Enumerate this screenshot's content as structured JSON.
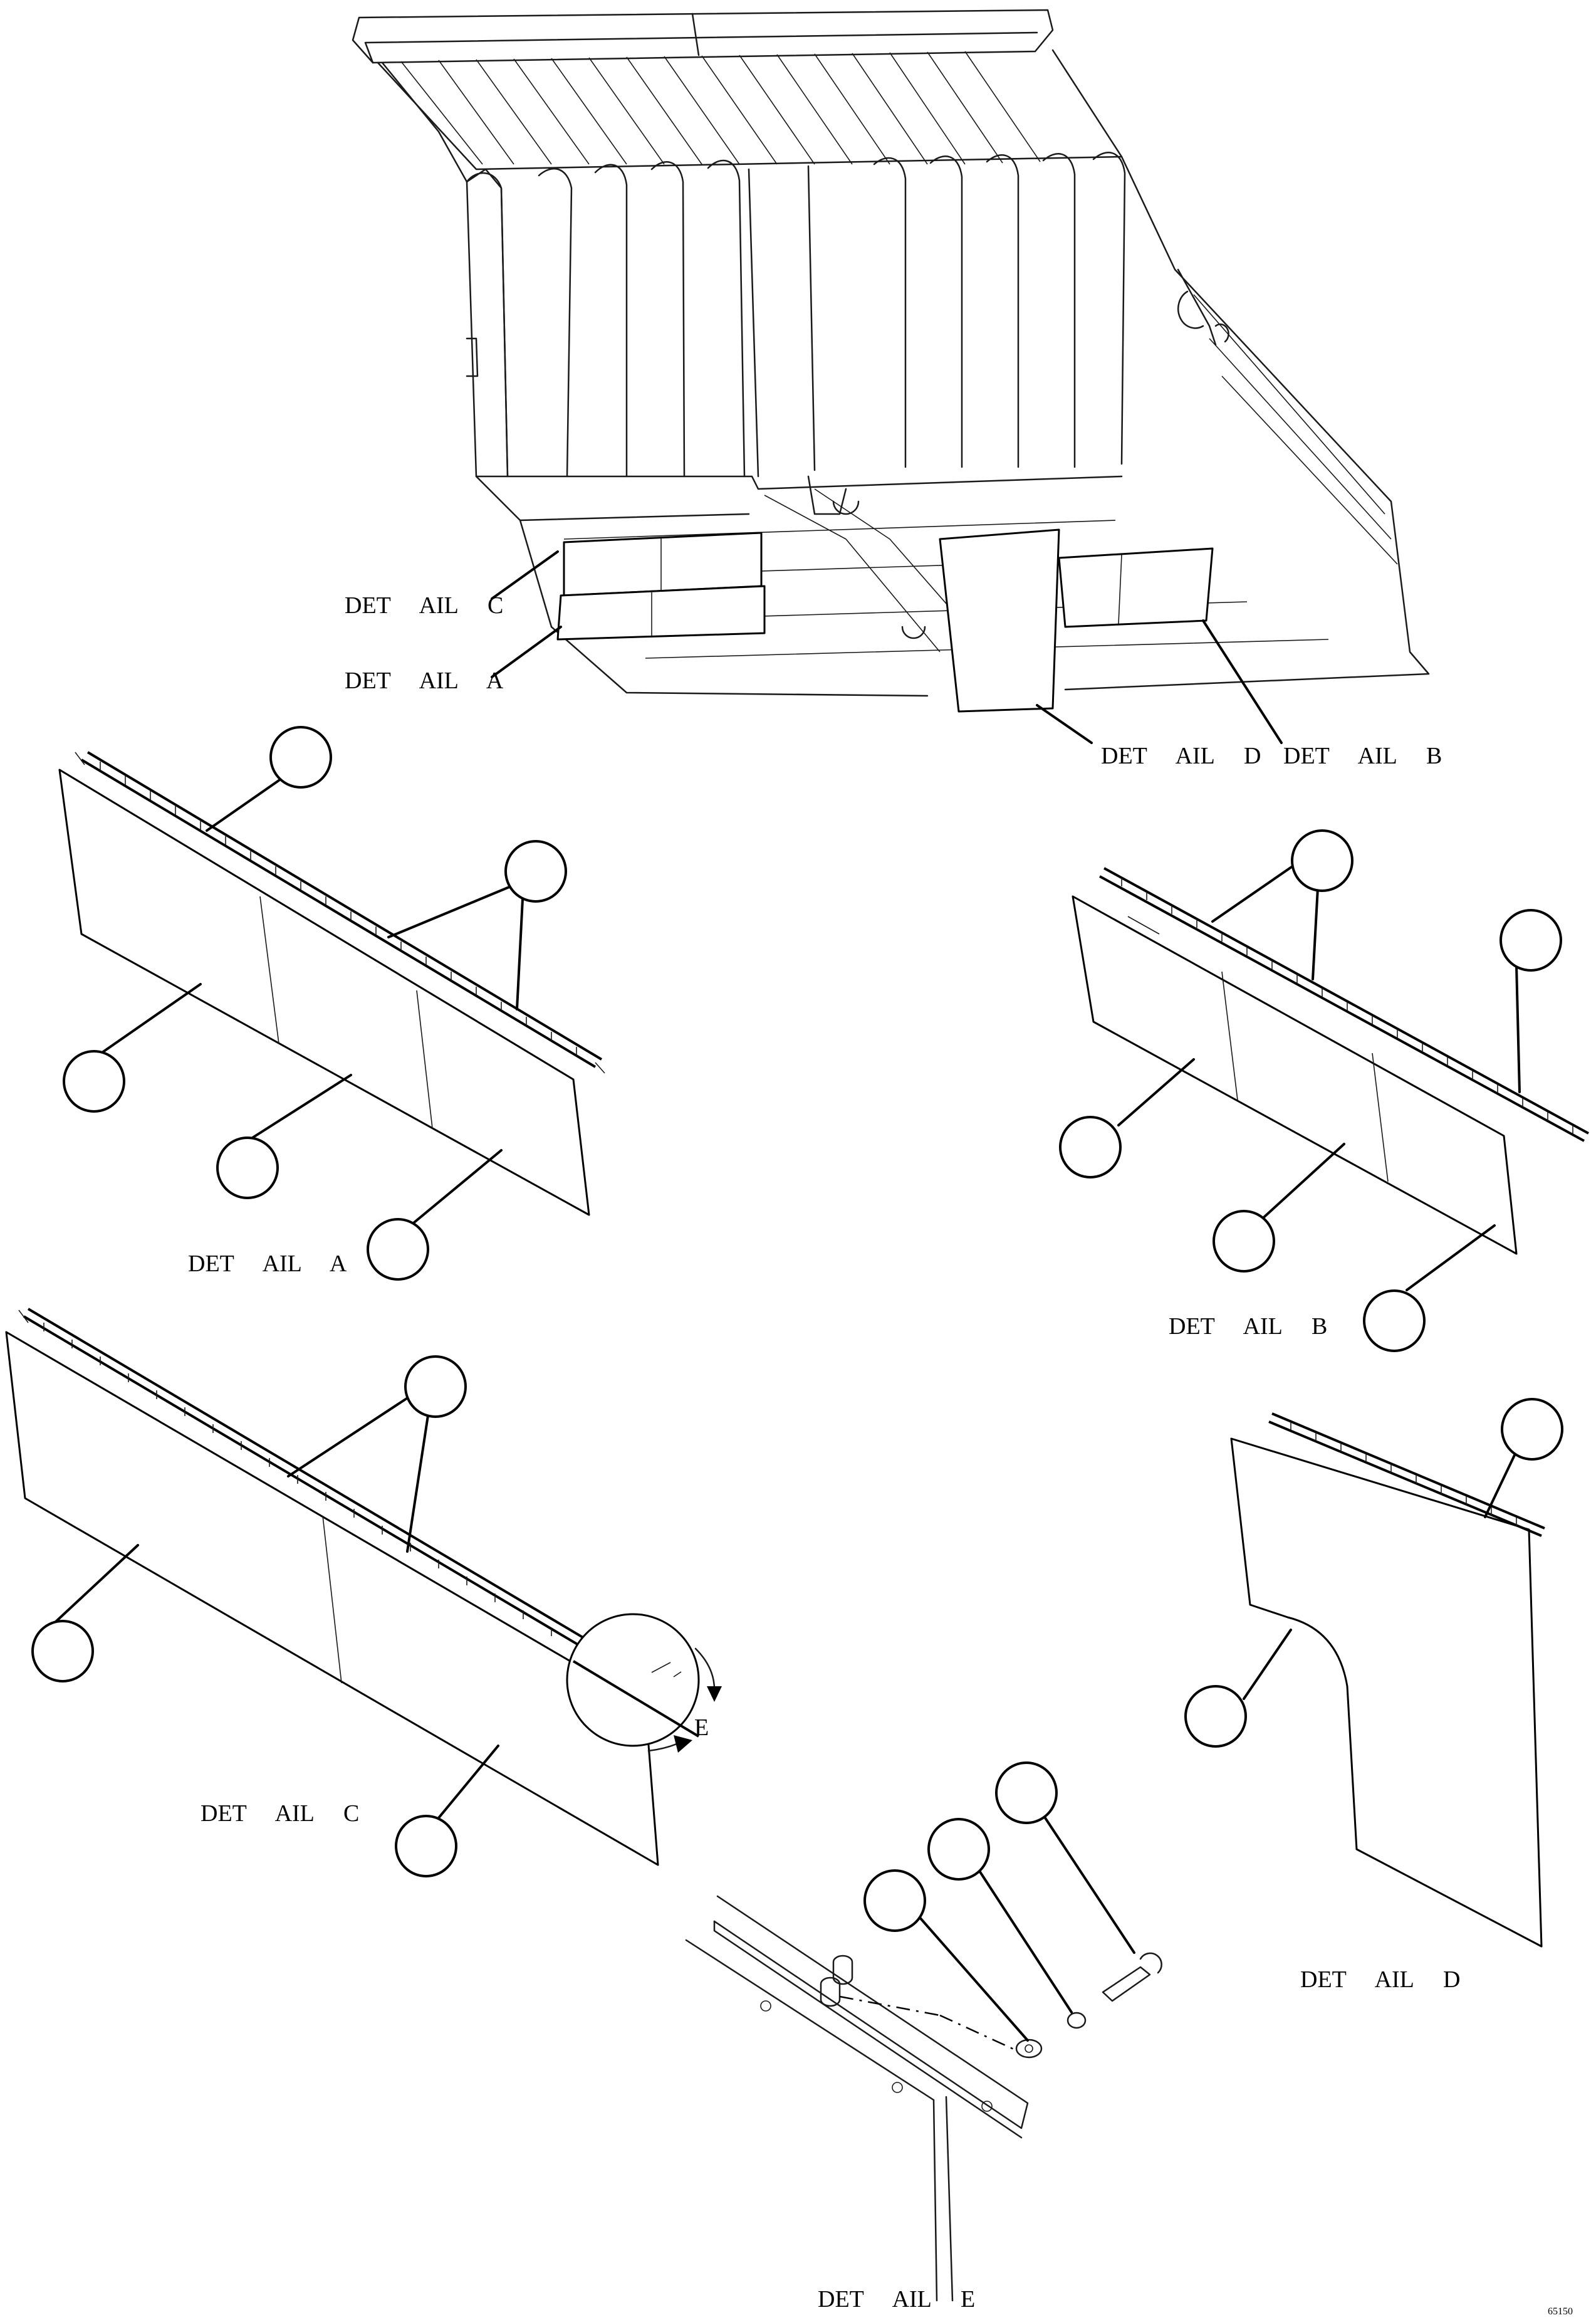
{
  "overview_labels": {
    "detail_c": "DET     AIL     C",
    "detail_a": "DET     AIL     A",
    "detail_d": "DET     AIL     D",
    "detail_b": "DET     AIL     B"
  },
  "detail_titles": {
    "a": "DET     AIL     A",
    "b": "DET     AIL     B",
    "c": "DET     AIL     C",
    "d": "DET     AIL     D",
    "e": "DET     AIL     E"
  },
  "detail_e_callout": "E",
  "figure_number": "65150"
}
